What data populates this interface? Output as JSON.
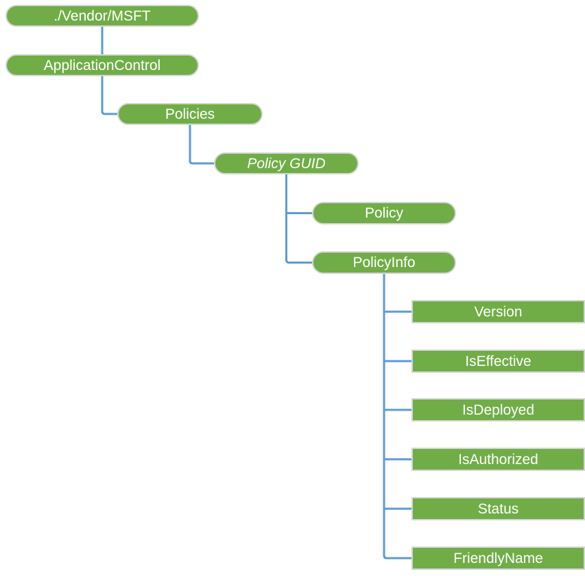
{
  "diagram": {
    "nodes": {
      "vendor_msft": {
        "label": "./Vendor/MSFT",
        "shape": "pill"
      },
      "application_control": {
        "label": "ApplicationControl",
        "shape": "pill"
      },
      "policies": {
        "label": "Policies",
        "shape": "pill"
      },
      "policy_guid": {
        "label": "Policy GUID",
        "shape": "pill",
        "italic": true
      },
      "policy": {
        "label": "Policy",
        "shape": "pill"
      },
      "policy_info": {
        "label": "PolicyInfo",
        "shape": "pill"
      },
      "version": {
        "label": "Version",
        "shape": "rect"
      },
      "is_effective": {
        "label": "IsEffective",
        "shape": "rect"
      },
      "is_deployed": {
        "label": "IsDeployed",
        "shape": "rect"
      },
      "is_authorized": {
        "label": "IsAuthorized",
        "shape": "rect"
      },
      "status": {
        "label": "Status",
        "shape": "rect"
      },
      "friendly_name": {
        "label": "FriendlyName",
        "shape": "rect"
      }
    },
    "edges": [
      [
        "vendor_msft",
        "application_control"
      ],
      [
        "application_control",
        "policies"
      ],
      [
        "policies",
        "policy_guid"
      ],
      [
        "policy_guid",
        "policy"
      ],
      [
        "policy_guid",
        "policy_info"
      ],
      [
        "policy_info",
        "version"
      ],
      [
        "policy_info",
        "is_effective"
      ],
      [
        "policy_info",
        "is_deployed"
      ],
      [
        "policy_info",
        "is_authorized"
      ],
      [
        "policy_info",
        "status"
      ],
      [
        "policy_info",
        "friendly_name"
      ]
    ],
    "colors": {
      "node_fill": "#70AD47",
      "node_border": "#D5D5D5",
      "connector": "#5B9BD5",
      "label_text": "#FFFFFF",
      "background": "#FFFFFF"
    }
  }
}
